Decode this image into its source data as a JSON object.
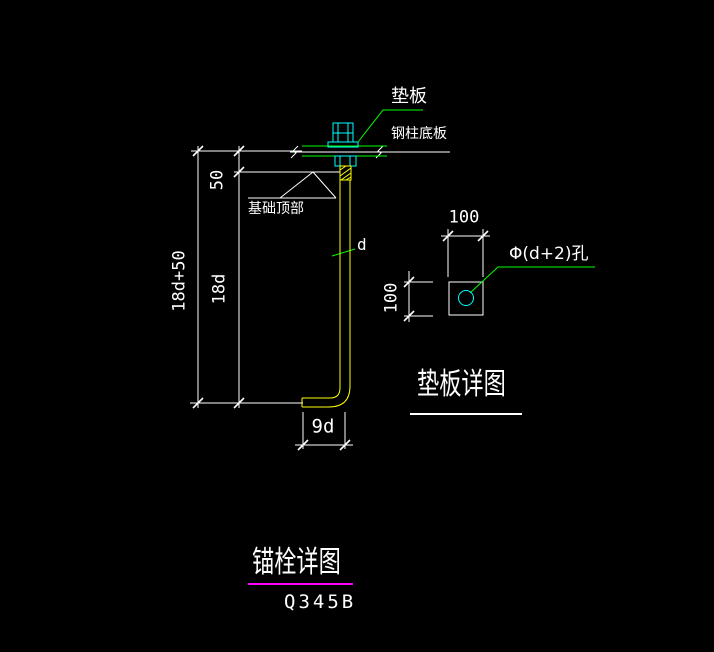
{
  "drawing": {
    "anchor_detail": {
      "title": "锚栓详图",
      "steel_grade": "Q345B",
      "labels": {
        "pad_plate": "垫板",
        "column_base_plate": "钢柱底板",
        "foundation_top": "基础顶部"
      },
      "dimensions": {
        "total_embed": "18d+50",
        "embed_depth": "18d",
        "top_offset": "50",
        "bolt_diameter": "d",
        "hook_length": "9d"
      }
    },
    "pad_detail": {
      "title": "垫板详图",
      "hole_label": "Φ(d+2)孔",
      "dimensions": {
        "width": "100",
        "height": "100"
      }
    },
    "colors": {
      "background": "#000000",
      "lines_text": "#ffffff",
      "plate_lines_leaders": "#00ff00",
      "nut_washer_hole": "#00ffff",
      "bolt": "#ffff00",
      "title_underline_anchor": "#ff00ff"
    }
  }
}
